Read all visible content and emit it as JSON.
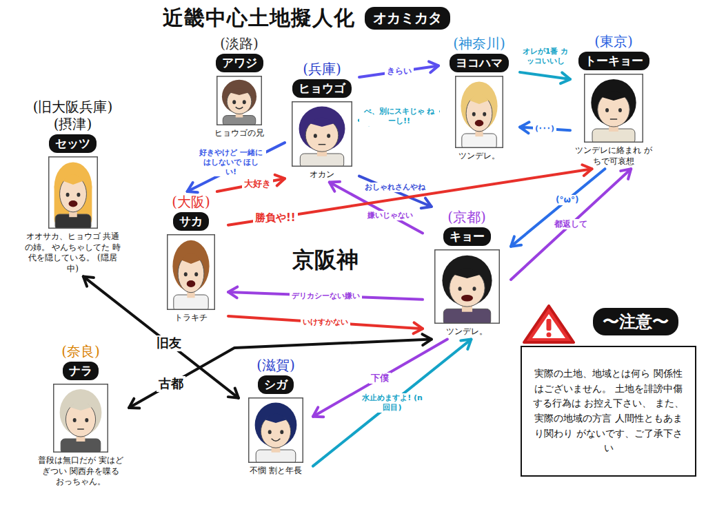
{
  "diagram": {
    "title": "近畿中心土地擬人化",
    "nodes": [
      {
        "text": [
          "(淡路)",
          "アワジ",
          "ヒョウゴの兄"
        ]
      },
      {
        "text": [
          "(兵庫)",
          "ヒョウゴ",
          "オカン"
        ]
      },
      {
        "text": [
          "(神奈川)",
          "ヨコハマ",
          "ツンデレ。"
        ]
      },
      {
        "text": [
          "(東京)",
          "トーキョー",
          "ツンデレに絡まれ がちで可哀想"
        ]
      },
      {
        "text": [
          "(旧大阪兵庫)",
          "(摂津)",
          "セッツ",
          "オオサカ、ヒョウゴ 共通の姉。 やんちゃしてた 時代を隠している。 (隠居中)"
        ]
      },
      {
        "text": [
          "(大阪)",
          "サカ",
          "トラキチ"
        ]
      },
      {
        "text": [
          "(京都)",
          "キョー",
          "ツンデレ。"
        ]
      },
      {
        "text": [
          "〜注意〜",
          "実際の土地、地域とは何ら 関係性はございません。 土地を誹謗中傷する行為は お控え下さい、 また、実際の地域の方言 人間性ともあまり関わり がないです、ご了承下さい"
        ]
      },
      {
        "text": [
          "(奈良)",
          "ナラ",
          "普段は無口だが 実はどぎつい 関西弁を喋る おっちゃん。"
        ]
      },
      {
        "text": [
          "(滋賀)",
          "シガ",
          "不憫 割と年長"
        ]
      }
    ],
    "edges": [
      {
        "from": 1,
        "to": 2,
        "arrow": "to",
        "label": "きらい"
      },
      {
        "from": 2,
        "to": 1,
        "arrow": "to",
        "label": "べ、別にスキじゃ ねーし!!"
      },
      {
        "from": 2,
        "to": 3,
        "arrow": "to",
        "label": "オレが1番 カッコいいし"
      },
      {
        "from": 3,
        "to": 2,
        "arrow": "to",
        "label": "(･･･)"
      },
      {
        "from": 1,
        "to": 6,
        "arrow": "to",
        "label": "おしゃれさんやね"
      },
      {
        "from": 6,
        "to": 1,
        "arrow": "to",
        "label": "嫌いじゃない"
      },
      {
        "from": 5,
        "to": 1,
        "arrow": "to",
        "label": "大好き"
      },
      {
        "from": 1,
        "to": 5,
        "arrow": "to",
        "label": "好きやけど 一緒にはしないで ほしい!"
      },
      {
        "from": 5,
        "to": 3,
        "arrow": "to",
        "label": "勝負や!!"
      },
      {
        "from": 6,
        "to": 5,
        "arrow": "to",
        "label": "デリカシーない嫌い"
      },
      {
        "from": 5,
        "to": 6,
        "arrow": "to",
        "label": "いけすかない"
      },
      {
        "from": 6,
        "to": 3,
        "arrow": "to",
        "label": "都返して"
      },
      {
        "from": 3,
        "to": 6,
        "arrow": "to",
        "label": "(°ω°)"
      },
      {
        "from": 6,
        "to": 9,
        "arrow": "to",
        "label": "下僕"
      },
      {
        "from": 9,
        "to": 6,
        "arrow": "to",
        "label": "水止めますよ! (n回目)"
      },
      {
        "from": 4,
        "to": 9,
        "arrow": "both",
        "label": "旧友"
      },
      {
        "from": 8,
        "to": 6,
        "arrow": "both",
        "label": "古都"
      }
    ],
    "labels": [
      "オカミカタ",
      "京阪神"
    ]
  }
}
